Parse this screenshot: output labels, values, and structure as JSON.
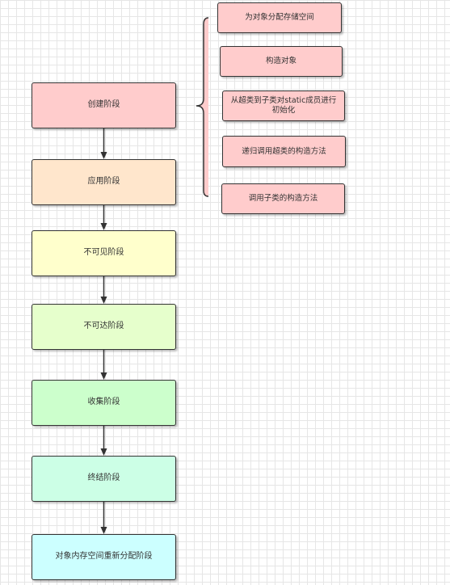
{
  "stages": [
    {
      "id": "n1",
      "label": "创建阶段"
    },
    {
      "id": "n2",
      "label": "应用阶段"
    },
    {
      "id": "n3",
      "label": "不可见阶段"
    },
    {
      "id": "n4",
      "label": "不可达阶段"
    },
    {
      "id": "n5",
      "label": "收集阶段"
    },
    {
      "id": "n6",
      "label": "终结阶段"
    },
    {
      "id": "n7",
      "label": "对象内存空间重新分配阶段"
    }
  ],
  "creation_steps": [
    {
      "id": "s1",
      "label": "为对象分配存储空间"
    },
    {
      "id": "s2",
      "label": "构造对象"
    },
    {
      "id": "s3",
      "label": "从超类到子类对static成员进行初始化"
    },
    {
      "id": "s4",
      "label": "递归调用超类的构造方法"
    },
    {
      "id": "s5",
      "label": "调用子类的构造方法"
    }
  ],
  "colors": {
    "line": "#333333",
    "brace_fill": "#ffcccc"
  }
}
